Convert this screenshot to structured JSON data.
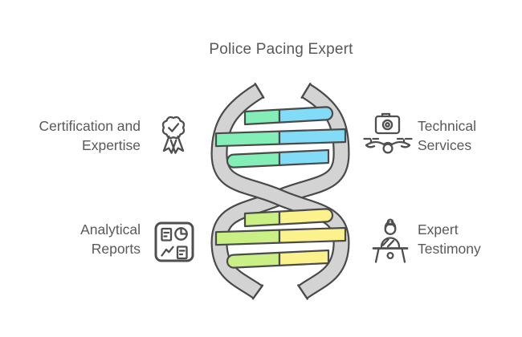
{
  "title": "Police Pacing Expert",
  "colors": {
    "green": "#83efb7",
    "blue": "#82dcf8",
    "lime": "#c9ef85",
    "yellow": "#fbf28d",
    "ribbon_gray": "#d3d3d3",
    "outline": "#4a4a4a",
    "text": "#595959"
  },
  "labels": {
    "certification": {
      "line1": "Certification and",
      "line2": "Expertise",
      "icon": "award-icon"
    },
    "technical": {
      "line1": "Technical",
      "line2": "Services",
      "icon": "drone-camera-icon"
    },
    "analytical": {
      "line1": "Analytical",
      "line2": "Reports",
      "icon": "analytics-board-icon"
    },
    "testimony": {
      "line1": "Expert",
      "line2": "Testimony",
      "icon": "expert-witness-icon"
    }
  }
}
